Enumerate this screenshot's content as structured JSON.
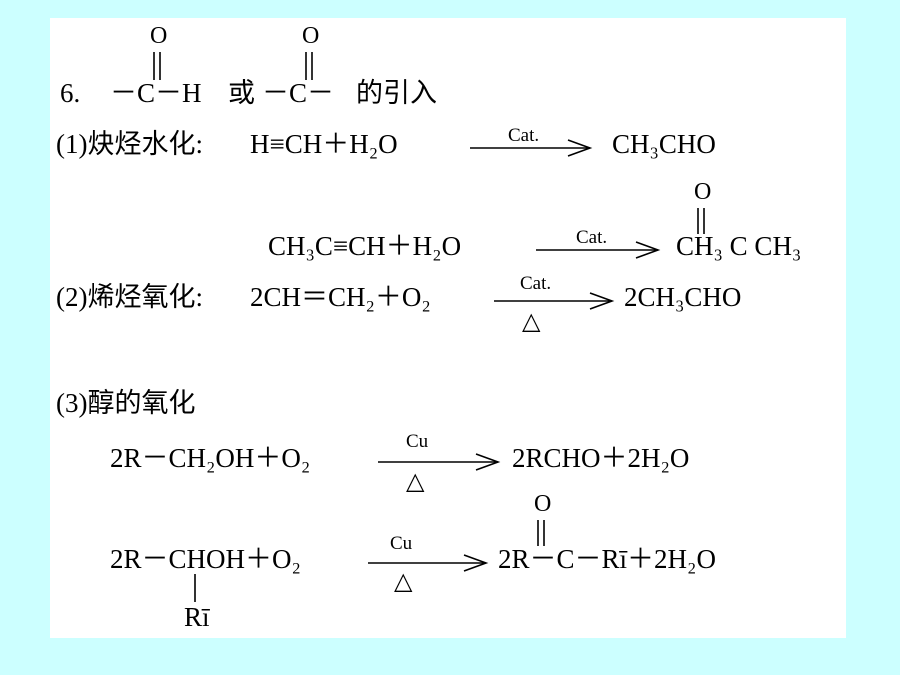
{
  "heading": {
    "number": "6.",
    "cho_group": "－C－H",
    "or_word": "或",
    "co_group": "－C－",
    "suffix": "的引入",
    "oxygen": "O"
  },
  "section1": {
    "label": "(1)炔烃水化:",
    "reaction1": {
      "lhs": "H≡CH＋H₂O",
      "condition": "Cat.",
      "rhs": "CH₃CHO"
    },
    "reaction2": {
      "lhs": "CH₃C≡CH＋H₂O",
      "condition": "Cat.",
      "rhs": "CH₃ C CH₃",
      "oxygen": "O"
    }
  },
  "section2": {
    "label": "(2)烯烃氧化:",
    "reaction": {
      "lhs": "2CH＝CH₂＋O₂",
      "condition_top": "Cat.",
      "condition_bottom": "△",
      "rhs": "2CH₃CHO"
    }
  },
  "section3": {
    "label": "(3)醇的氧化",
    "reaction1": {
      "lhs": "2R－CH₂OH＋O₂",
      "condition_top": "Cu",
      "condition_bottom": "△",
      "rhs": "2RCHO＋2H₂O"
    },
    "reaction2": {
      "lhs": "2R－CHOH＋O₂",
      "substituent": "Rī",
      "condition_top": "Cu",
      "condition_bottom": "△",
      "rhs": "2R－C－Rī＋2H₂O",
      "oxygen": "O"
    }
  }
}
